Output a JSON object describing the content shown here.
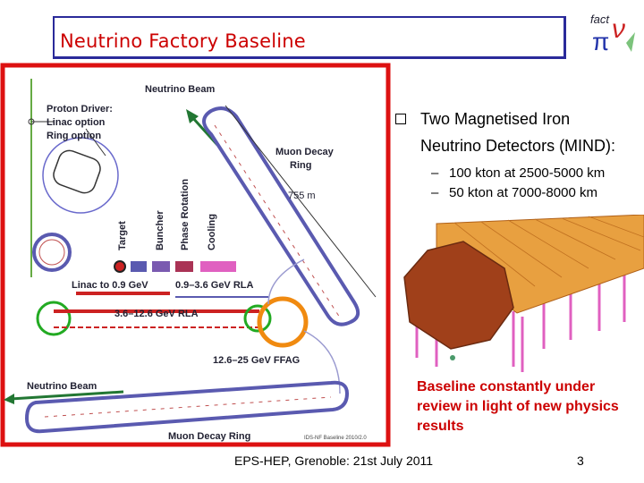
{
  "slide": {
    "title": "Neutrino Factory Baseline",
    "footer": "EPS-HEP, Grenoble: 21st July 2011",
    "page_number": "3"
  },
  "logo": {
    "text_top": "fact",
    "text_letter": "ν",
    "text_pi": "π"
  },
  "diagram": {
    "neutrino_beam_top": "Neutrino Beam",
    "proton_driver": "Proton Driver:",
    "linac_option": "Linac option",
    "ring_option": "Ring option",
    "muon_decay_ring_right": "Muon Decay",
    "muon_decay_ring_right2": "Ring",
    "length": "755 m",
    "target": "Target",
    "buncher": "Buncher",
    "phase_rotation": "Phase Rotation",
    "cooling": "Cooling",
    "linac_label": "Linac to 0.9 GeV",
    "rla1_label": "0.9–3.6 GeV RLA",
    "rla2_label": "3.6–12.6 GeV RLA",
    "ffag_label": "12.6–25 GeV FFAG",
    "neutrino_beam_bottom": "Neutrino Beam",
    "muon_decay_ring_bottom": "Muon Decay Ring",
    "credit": "IDS-NF Baseline 2010/2.0"
  },
  "content": {
    "bullet_line1": "Two Magnetised Iron",
    "bullet_line2": "Neutrino Detectors (MIND):",
    "sub_items": [
      "100 kton at 2500-5000 km",
      "50 kton at 7000-8000 km"
    ],
    "baseline_note": "Baseline constantly under review in light of new physics results"
  },
  "colors": {
    "title_red": "#cc0000",
    "box_blue": "#2a2a9a",
    "frame_red": "#dd1111",
    "ring_purple": "#5a5ab0",
    "ffag_orange": "#f08a10",
    "detector_brown": "#a0401a",
    "detector_orange": "#e8a040",
    "detector_pink": "#e060c0"
  }
}
